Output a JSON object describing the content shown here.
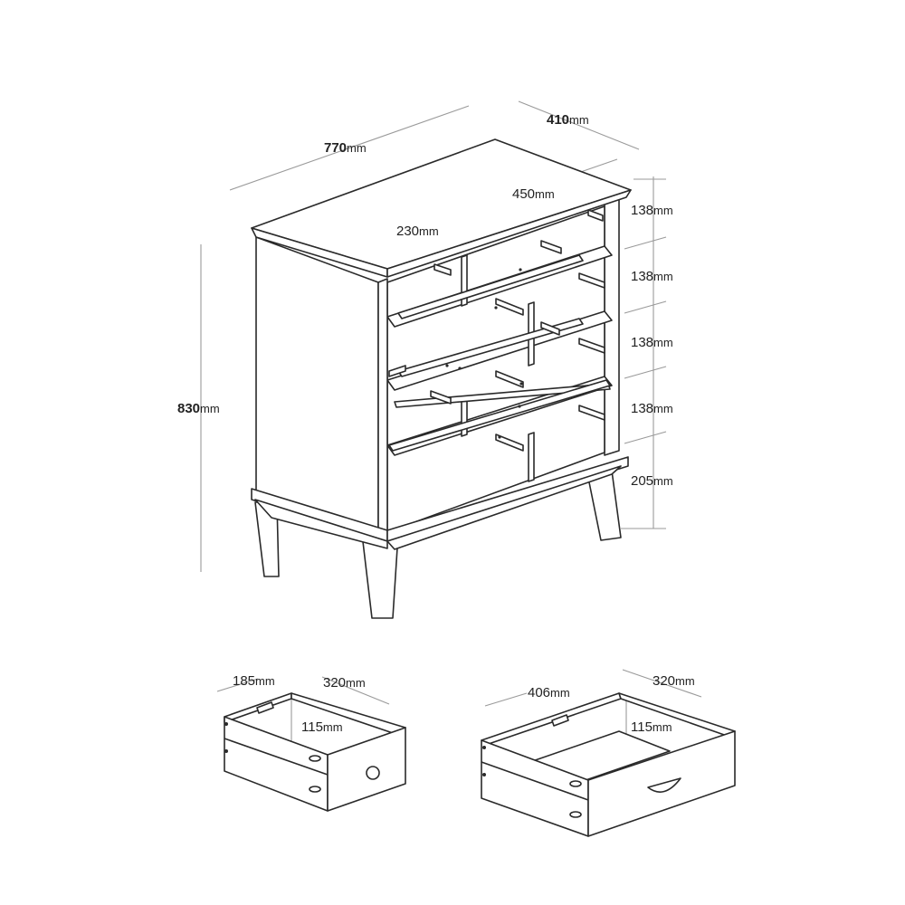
{
  "main_unit": {
    "width": {
      "value": "770",
      "unit": "mm"
    },
    "depth": {
      "value": "410",
      "unit": "mm"
    },
    "height": {
      "value": "830",
      "unit": "mm"
    },
    "inner_width": {
      "value": "450",
      "unit": "mm"
    },
    "inner_depth": {
      "value": "230",
      "unit": "mm"
    },
    "shelf_spacings": [
      {
        "value": "138",
        "unit": "mm"
      },
      {
        "value": "138",
        "unit": "mm"
      },
      {
        "value": "138",
        "unit": "mm"
      },
      {
        "value": "138",
        "unit": "mm"
      },
      {
        "value": "205",
        "unit": "mm"
      }
    ]
  },
  "small_drawer": {
    "width": {
      "value": "185",
      "unit": "mm"
    },
    "depth": {
      "value": "320",
      "unit": "mm"
    },
    "height": {
      "value": "115",
      "unit": "mm"
    }
  },
  "large_drawer": {
    "width": {
      "value": "406",
      "unit": "mm"
    },
    "depth": {
      "value": "320",
      "unit": "mm"
    },
    "height": {
      "value": "115",
      "unit": "mm"
    }
  }
}
